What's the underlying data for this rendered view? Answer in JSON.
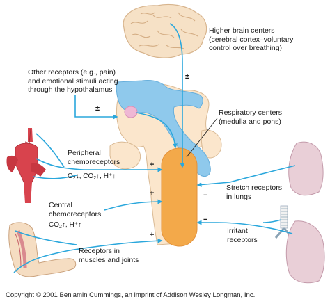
{
  "labels": {
    "higher_brain": [
      "Higher brain centers",
      "(cerebral cortex–voluntary",
      "control over breathing)"
    ],
    "other_receptors": [
      "Other receptors (e.g., pain)",
      "and emotional stimuli acting",
      "through the hypothalamus"
    ],
    "respiratory_centers": [
      "Respiratory centers",
      "(medulla and pons)"
    ],
    "peripheral": [
      "Peripheral",
      "chemoreceptors"
    ],
    "peripheral_chem": {
      "o2": "O",
      "o2_sub": "2",
      "o2_arrow": "↓",
      "sep1": ", ",
      "co2": "CO",
      "co2_sub": "2",
      "co2_arrow": "↑",
      "sep2": ", ",
      "h": "H⁺",
      "h_arrow": "↑"
    },
    "central": [
      "Central",
      "chemoreceptors"
    ],
    "central_chem": {
      "co2": "CO",
      "co2_sub": "2",
      "co2_arrow": "↑",
      "sep": ", ",
      "h": "H⁺",
      "h_arrow": "↑"
    },
    "stretch": [
      "Stretch receptors",
      "in lungs"
    ],
    "irritant": [
      "Irritant",
      "receptors"
    ],
    "muscles": [
      "Receptors in",
      "muscles and joints"
    ]
  },
  "signs": {
    "brain": "±",
    "hypothalamus": "±",
    "peripheral": "+",
    "central": "+",
    "muscles": "+",
    "stretch": "−",
    "irritant": "−"
  },
  "copyright": "Copyright © 2001 Benjamin Cummings, an imprint of Addison Wesley Longman, Inc.",
  "colors": {
    "arrow": "#2aa7dc",
    "respiratory_center": "#f3a94a",
    "brain_tissue": "#fbe3c4",
    "blue_tract": "#8fc9ec",
    "lung": "#e9cfd7",
    "artery": "#d8434d",
    "skin": "#f5ddc2"
  }
}
